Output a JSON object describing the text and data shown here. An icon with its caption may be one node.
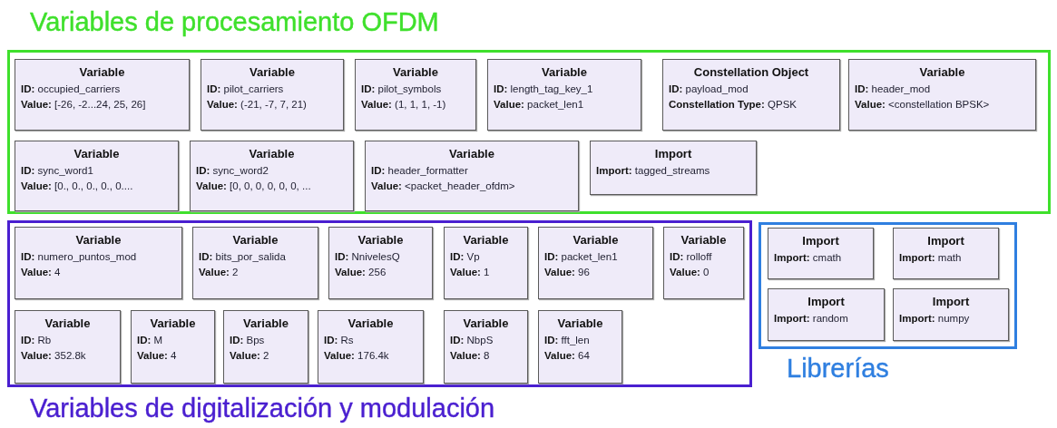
{
  "diagram": {
    "nodes": [
      {
        "text": [
          "Variables de procesamiento OFDM"
        ]
      },
      {
        "text": [
          "Variable",
          "**ID:** occupied_carriers",
          "**Value:** [-26, -2...24, 25, 26]"
        ],
        "in": 0
      },
      {
        "text": [
          "Variable",
          "**ID:** pilot_carriers",
          "**Value:** (-21, -7, 7, 21)"
        ],
        "in": 0
      },
      {
        "text": [
          "Variable",
          "**ID:** pilot_symbols",
          "**Value:** (1, 1, 1, -1)"
        ],
        "in": 0
      },
      {
        "text": [
          "Variable",
          "**ID:** length_tag_key_1",
          "**Value:** packet_len1"
        ],
        "in": 0
      },
      {
        "text": [
          "Constellation Object",
          "**ID:** payload_mod",
          "**Constellation Type:** QPSK"
        ],
        "in": 0
      },
      {
        "text": [
          "Variable",
          "**ID:** header_mod",
          "**Value:** <constellation BPSK>"
        ],
        "in": 0
      },
      {
        "text": [
          "Variable",
          "**ID:** sync_word1",
          "**Value:** [0., 0., 0., 0., 0...."
        ],
        "in": 0
      },
      {
        "text": [
          "Variable",
          "**ID:** sync_word2",
          "**Value:** [0, 0, 0, 0, 0, 0, ..."
        ],
        "in": 0
      },
      {
        "text": [
          "Variable",
          "**ID:** header_formatter",
          "**Value:** <packet_header_ofdm>"
        ],
        "in": 0
      },
      {
        "text": [
          "Import",
          "**Import:** tagged_streams"
        ],
        "in": 0
      },
      {
        "text": [
          "Variables de digitalización y modulación"
        ]
      },
      {
        "text": [
          "Variable",
          "**ID:** numero_puntos_mod",
          "**Value:** 4"
        ],
        "in": 11
      },
      {
        "text": [
          "Variable",
          "**ID:** bits_por_salida",
          "**Value:** 2"
        ],
        "in": 11
      },
      {
        "text": [
          "Variable",
          "**ID:** NnivelesQ",
          "**Value:** 256"
        ],
        "in": 11
      },
      {
        "text": [
          "Variable",
          "**ID:** Vp",
          "**Value:** 1"
        ],
        "in": 11
      },
      {
        "text": [
          "Variable",
          "**ID:** packet_len1",
          "**Value:** 96"
        ],
        "in": 11
      },
      {
        "text": [
          "Variable",
          "**ID:** rolloff",
          "**Value:** 0"
        ],
        "in": 11
      },
      {
        "text": [
          "Variable",
          "**ID:** Rb",
          "**Value:** 352.8k"
        ],
        "in": 11
      },
      {
        "text": [
          "Variable",
          "**ID:** M",
          "**Value:** 4"
        ],
        "in": 11
      },
      {
        "text": [
          "Variable",
          "**ID:** Bps",
          "**Value:** 2"
        ],
        "in": 11
      },
      {
        "text": [
          "Variable",
          "**ID:** Rs",
          "**Value:** 176.4k"
        ],
        "in": 11
      },
      {
        "text": [
          "Variable",
          "**ID:** NbpS",
          "**Value:** 8"
        ],
        "in": 11
      },
      {
        "text": [
          "Variable",
          "**ID:** fft_len",
          "**Value:** 64"
        ],
        "in": 11
      },
      {
        "text": [
          "Librerías"
        ]
      },
      {
        "text": [
          "Import",
          "**Import:** cmath"
        ],
        "in": 24
      },
      {
        "text": [
          "Import",
          "**Import:** math"
        ],
        "in": 24
      },
      {
        "text": [
          "Import",
          "**Import:** random"
        ],
        "in": 24
      },
      {
        "text": [
          "Import",
          "**Import:** numpy"
        ],
        "in": 24
      }
    ]
  }
}
